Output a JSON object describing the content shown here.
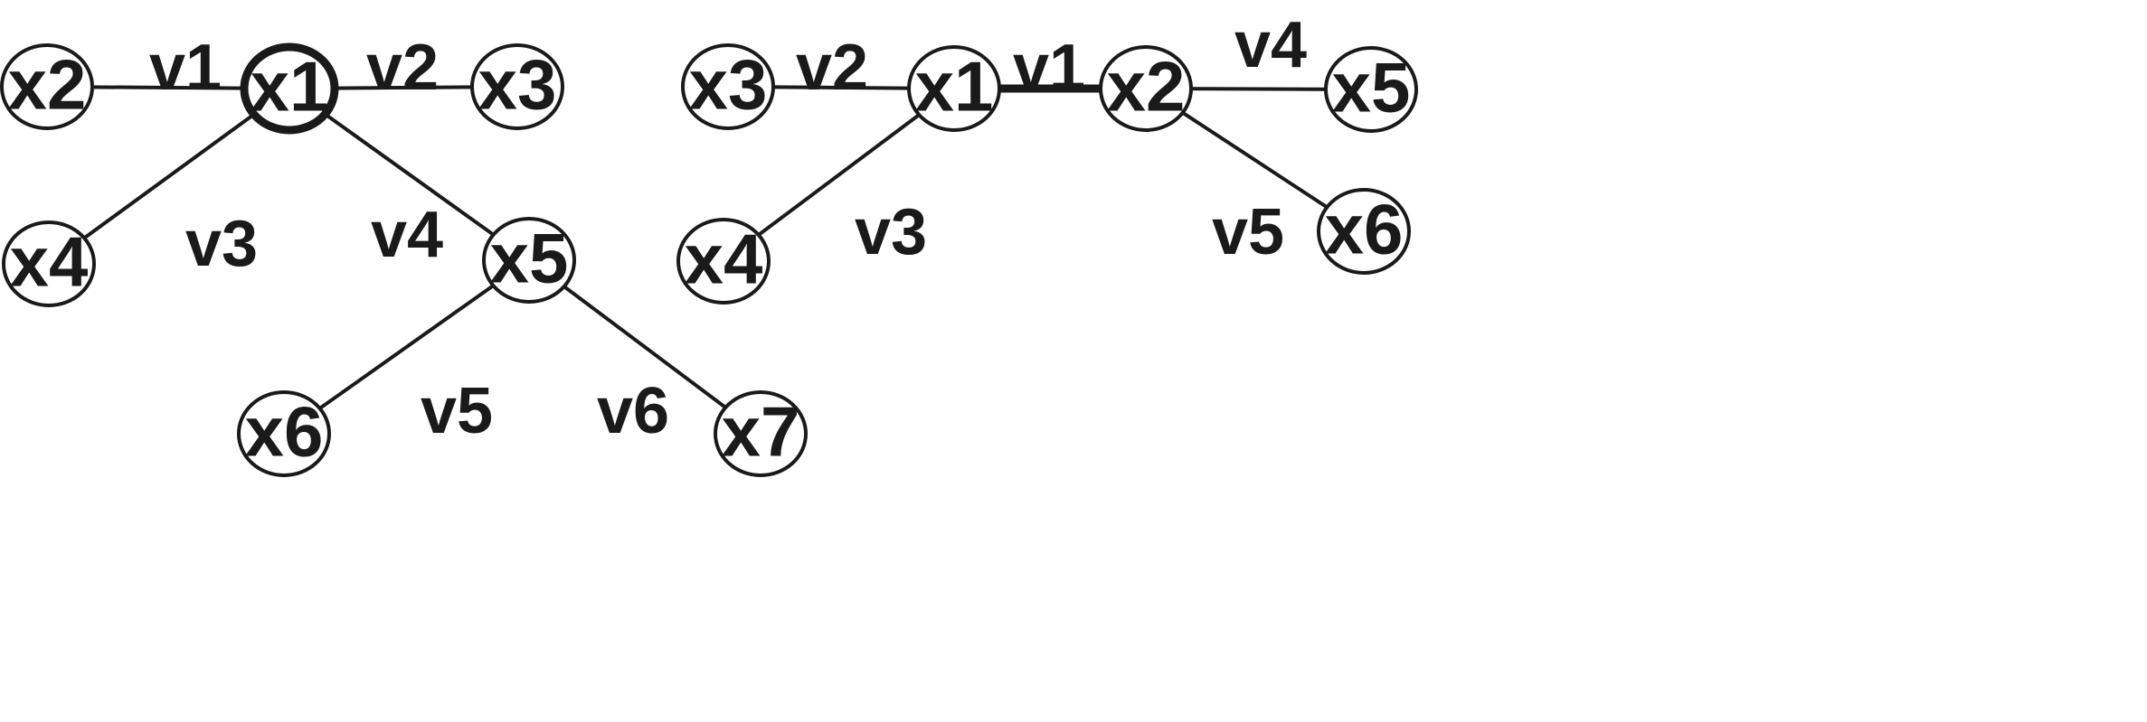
{
  "colors": {
    "stroke": "#1a1a1a",
    "background": "#ffffff"
  },
  "graphs": [
    {
      "name": "left-tree",
      "nodes": [
        {
          "id": "l-x2",
          "label": "x2",
          "emphasis": false
        },
        {
          "id": "l-x1",
          "label": "x1",
          "emphasis": true
        },
        {
          "id": "l-x3",
          "label": "x3",
          "emphasis": false
        },
        {
          "id": "l-x4",
          "label": "x4",
          "emphasis": false
        },
        {
          "id": "l-x5",
          "label": "x5",
          "emphasis": false
        },
        {
          "id": "l-x6",
          "label": "x6",
          "emphasis": false
        },
        {
          "id": "l-x7",
          "label": "x7",
          "emphasis": false
        }
      ],
      "edges": [
        {
          "from": "l-x2",
          "to": "l-x1",
          "label": "v1"
        },
        {
          "from": "l-x1",
          "to": "l-x3",
          "label": "v2"
        },
        {
          "from": "l-x1",
          "to": "l-x4",
          "label": "v3"
        },
        {
          "from": "l-x1",
          "to": "l-x5",
          "label": "v4"
        },
        {
          "from": "l-x5",
          "to": "l-x6",
          "label": "v5"
        },
        {
          "from": "l-x5",
          "to": "l-x7",
          "label": "v6"
        }
      ]
    },
    {
      "name": "right-tree",
      "nodes": [
        {
          "id": "r-x3",
          "label": "x3",
          "emphasis": false
        },
        {
          "id": "r-x1",
          "label": "x1",
          "emphasis": false
        },
        {
          "id": "r-x2",
          "label": "x2",
          "emphasis": false
        },
        {
          "id": "r-x5",
          "label": "x5",
          "emphasis": false
        },
        {
          "id": "r-x4",
          "label": "x4",
          "emphasis": false
        },
        {
          "id": "r-x6",
          "label": "x6",
          "emphasis": false
        }
      ],
      "edges": [
        {
          "from": "r-x3",
          "to": "r-x1",
          "label": "v2"
        },
        {
          "from": "r-x1",
          "to": "r-x2",
          "label": "v1",
          "emphasis": true
        },
        {
          "from": "r-x2",
          "to": "r-x5",
          "label": "v4"
        },
        {
          "from": "r-x1",
          "to": "r-x4",
          "label": "v3"
        },
        {
          "from": "r-x2",
          "to": "r-x6",
          "label": "v5"
        }
      ]
    }
  ]
}
